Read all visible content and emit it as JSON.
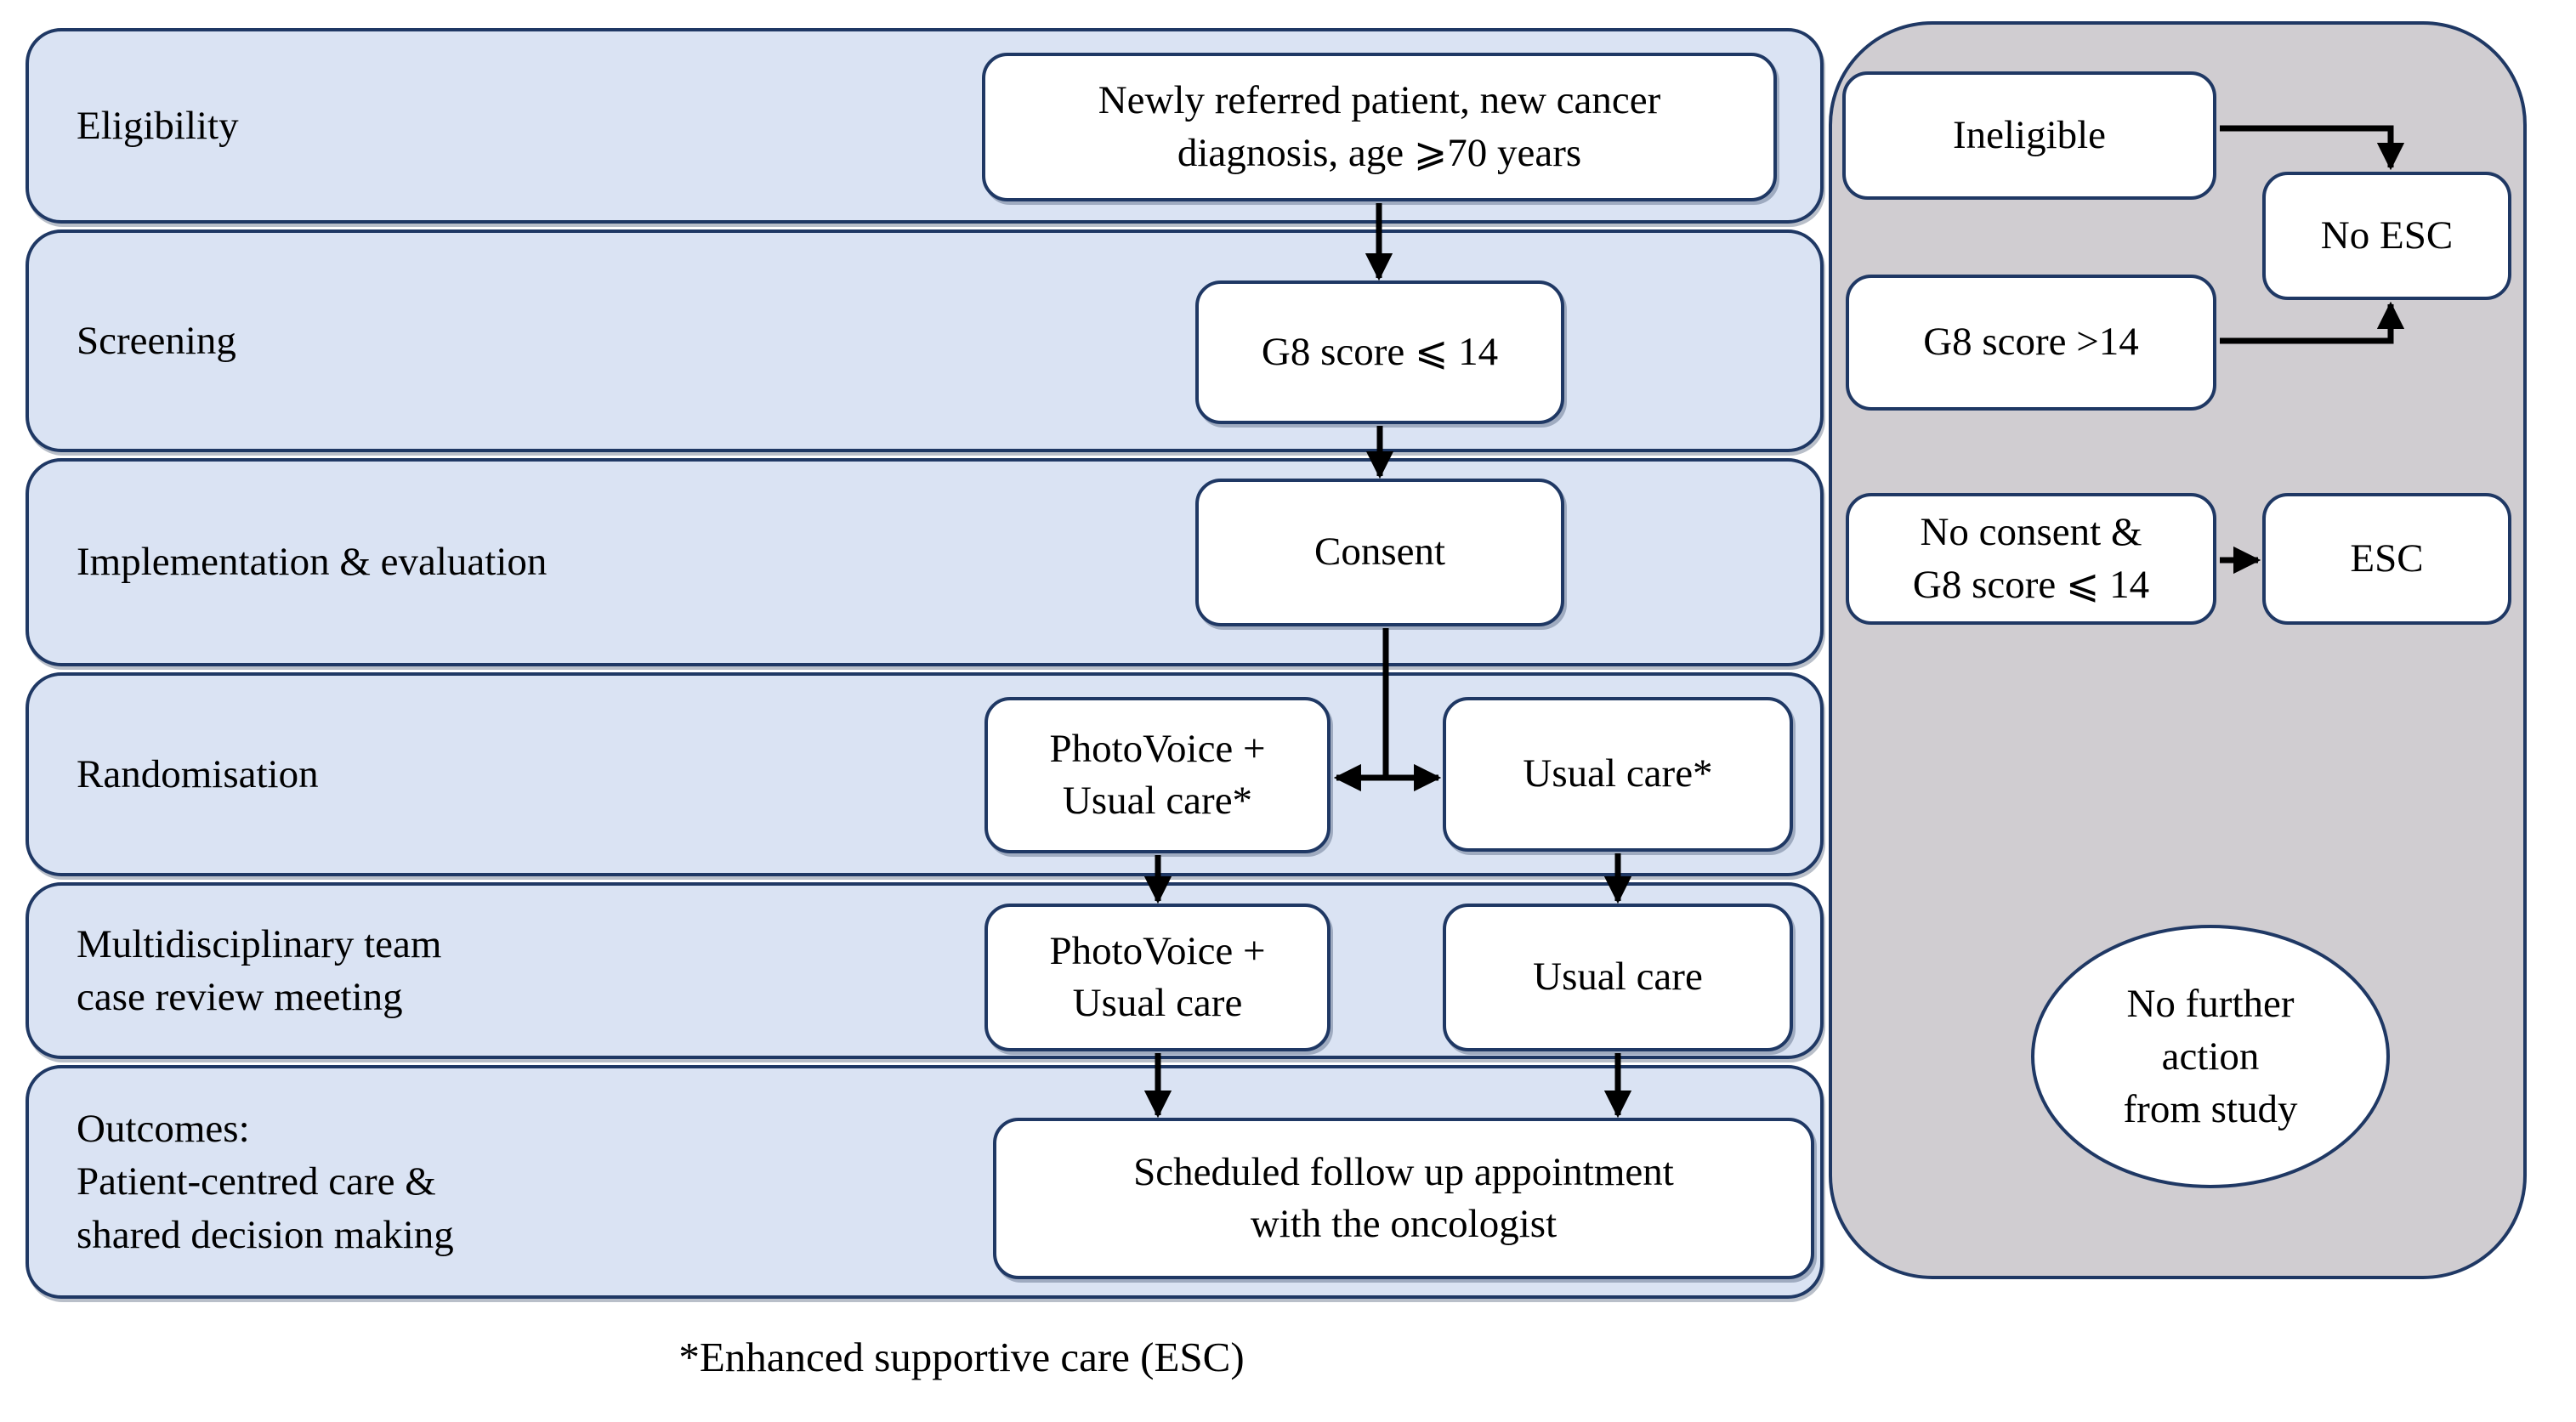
{
  "diagram": {
    "rows": [
      {
        "label_lines": [
          "Eligibility"
        ]
      },
      {
        "label_lines": [
          "Screening"
        ]
      },
      {
        "label_lines": [
          "Implementation & evaluation"
        ]
      },
      {
        "label_lines": [
          "Randomisation"
        ]
      },
      {
        "label_lines": [
          "Multidisciplinary team",
          "case review meeting"
        ]
      },
      {
        "label_lines": [
          "Outcomes:",
          "Patient-centred care &",
          "shared decision making"
        ]
      }
    ],
    "nodes": {
      "referral": {
        "lines": [
          "Newly referred patient, new cancer",
          "diagnosis, age ⩾70 years"
        ]
      },
      "g8_low": {
        "lines": [
          "G8 score ⩽ 14"
        ]
      },
      "consent": {
        "lines": [
          "Consent"
        ]
      },
      "pv_usual_star": {
        "lines": [
          "PhotoVoice +",
          "Usual care*"
        ]
      },
      "usual_star": {
        "lines": [
          "Usual care*"
        ]
      },
      "pv_usual": {
        "lines": [
          "PhotoVoice +",
          "Usual care"
        ]
      },
      "usual": {
        "lines": [
          "Usual care"
        ]
      },
      "followup": {
        "lines": [
          "Scheduled follow up appointment",
          "with the oncologist"
        ]
      },
      "ineligible": {
        "lines": [
          "Ineligible"
        ]
      },
      "g8_high": {
        "lines": [
          "G8 score >14"
        ]
      },
      "no_esc": {
        "lines": [
          "No ESC"
        ]
      },
      "no_consent": {
        "lines": [
          "No consent &",
          "G8 score ⩽ 14"
        ]
      },
      "esc": {
        "lines": [
          "ESC"
        ]
      },
      "no_action": {
        "lines": [
          "No further",
          "action",
          "from study"
        ]
      }
    },
    "footnote": "*Enhanced supportive care (ESC)",
    "colors": {
      "row_fill": "#dae3f3",
      "panel_fill": "#d0cdd1",
      "border_navy": "#1f3864",
      "box_fill": "#ffffff",
      "arrow": "#000000",
      "text": "#000000"
    }
  }
}
